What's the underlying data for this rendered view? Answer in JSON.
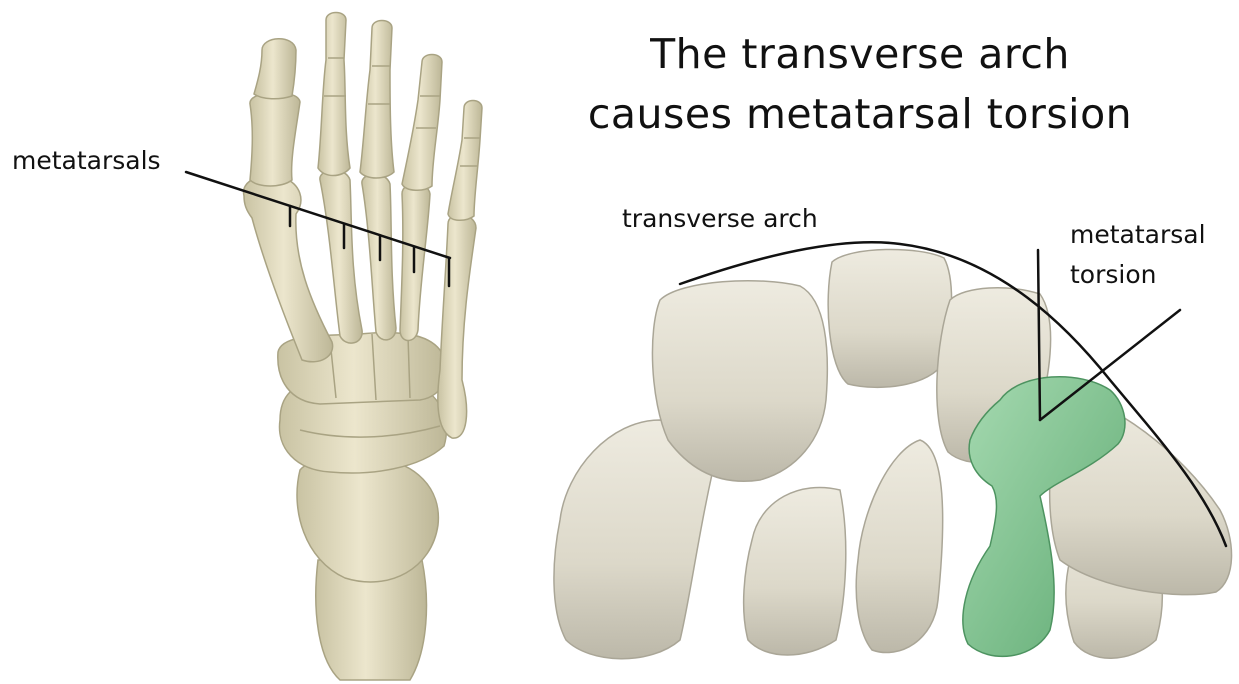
{
  "title": {
    "line1": "The transverse arch",
    "line2": "causes metatarsal torsion"
  },
  "labels": {
    "metatarsals": "metatarsals",
    "transverse_arch": "transverse arch",
    "metatarsal_torsion_line1": "metatarsal",
    "metatarsal_torsion_line2": "torsion"
  },
  "colors": {
    "bone": "#e8e2c8",
    "bone_shadow": "#b9b393",
    "arch_bone": "#e3e0d3",
    "arch_bone_shadow": "#b5b2a4",
    "highlight_green": "#7fc38e",
    "line": "#111111"
  }
}
